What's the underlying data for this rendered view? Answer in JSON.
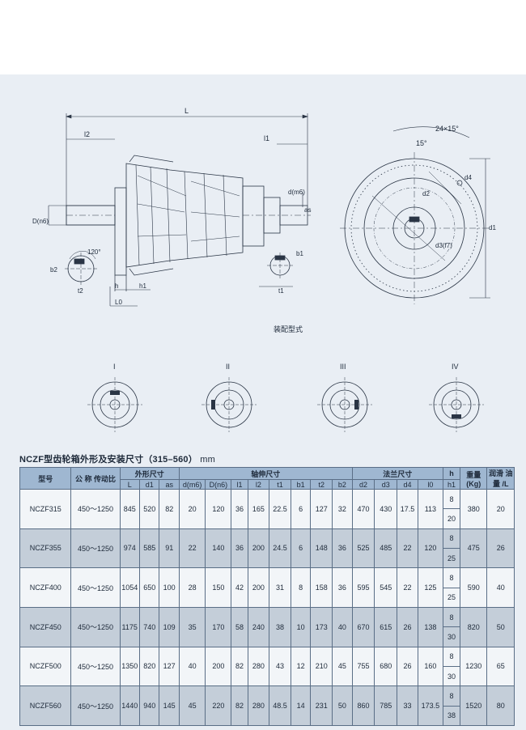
{
  "drawing": {
    "labels": {
      "L": "L",
      "l2": "l2",
      "l1": "l1",
      "angle_15": "15°",
      "pcd_holes": "24×15°",
      "d_m6": "d(m6)",
      "D_n6": "D(n6)",
      "as": "as",
      "d4": "d4",
      "d2": "d2",
      "d3": "d3(f7)",
      "d1": "d1",
      "angle_120": "120°",
      "b2": "b2",
      "t2": "t2",
      "h": "h",
      "h1": "h1",
      "L0": "L0",
      "b1": "b1",
      "t1": "t1"
    },
    "caption": "装配型式",
    "variants": [
      "I",
      "II",
      "III",
      "IV"
    ]
  },
  "table_title": "NCZF型齿轮箱外形及安装尺寸（315–560）",
  "table_unit": "mm",
  "header": {
    "model": "型号",
    "ratio": "公 称 传动比",
    "outline_group": "外形尺寸",
    "shaft_group": "轴伸尺寸",
    "flange_group": "法兰尺寸",
    "weight": "重量 (Kg)",
    "oil": "润滑 油量 /L",
    "outline_cols": [
      "L",
      "d1",
      "as"
    ],
    "shaft_cols": [
      "d(m6)",
      "D(n6)",
      "l1",
      "l2",
      "t1",
      "b1",
      "t2",
      "b2"
    ],
    "flange_cols": [
      "d2",
      "d3",
      "d4",
      "l0"
    ],
    "h_top": "h",
    "h_bottom": "h1"
  },
  "rows": [
    {
      "model": "NCZF315",
      "ratio": "450～1250",
      "L": "845",
      "d1": "520",
      "as": "82",
      "d": "20",
      "D": "120",
      "l1": "36",
      "l2": "165",
      "t1": "22.5",
      "b1": "6",
      "t2": "127",
      "b2": "32",
      "d2": "470",
      "d3": "430",
      "d4": "17.5",
      "l0": "113",
      "h": "8",
      "h1": "20",
      "weight": "380",
      "oil": "20"
    },
    {
      "model": "NCZF355",
      "ratio": "450～1250",
      "L": "974",
      "d1": "585",
      "as": "91",
      "d": "22",
      "D": "140",
      "l1": "36",
      "l2": "200",
      "t1": "24.5",
      "b1": "6",
      "t2": "148",
      "b2": "36",
      "d2": "525",
      "d3": "485",
      "d4": "22",
      "l0": "120",
      "h": "8",
      "h1": "25",
      "weight": "475",
      "oil": "26"
    },
    {
      "model": "NCZF400",
      "ratio": "450～1250",
      "L": "1054",
      "d1": "650",
      "as": "100",
      "d": "28",
      "D": "150",
      "l1": "42",
      "l2": "200",
      "t1": "31",
      "b1": "8",
      "t2": "158",
      "b2": "36",
      "d2": "595",
      "d3": "545",
      "d4": "22",
      "l0": "125",
      "h": "8",
      "h1": "25",
      "weight": "590",
      "oil": "40"
    },
    {
      "model": "NCZF450",
      "ratio": "450～1250",
      "L": "1175",
      "d1": "740",
      "as": "109",
      "d": "35",
      "D": "170",
      "l1": "58",
      "l2": "240",
      "t1": "38",
      "b1": "10",
      "t2": "173",
      "b2": "40",
      "d2": "670",
      "d3": "615",
      "d4": "26",
      "l0": "138",
      "h": "8",
      "h1": "30",
      "weight": "820",
      "oil": "50"
    },
    {
      "model": "NCZF500",
      "ratio": "450～1250",
      "L": "1350",
      "d1": "820",
      "as": "127",
      "d": "40",
      "D": "200",
      "l1": "82",
      "l2": "280",
      "t1": "43",
      "b1": "12",
      "t2": "210",
      "b2": "45",
      "d2": "755",
      "d3": "680",
      "d4": "26",
      "l0": "160",
      "h": "8",
      "h1": "30",
      "weight": "1230",
      "oil": "65"
    },
    {
      "model": "NCZF560",
      "ratio": "450～1250",
      "L": "1440",
      "d1": "940",
      "as": "145",
      "d": "45",
      "D": "220",
      "l1": "82",
      "l2": "280",
      "t1": "48.5",
      "b1": "14",
      "t2": "231",
      "b2": "50",
      "d2": "860",
      "d3": "785",
      "d4": "33",
      "l0": "173.5",
      "h": "8",
      "h1": "38",
      "weight": "1520",
      "oil": "80"
    }
  ]
}
